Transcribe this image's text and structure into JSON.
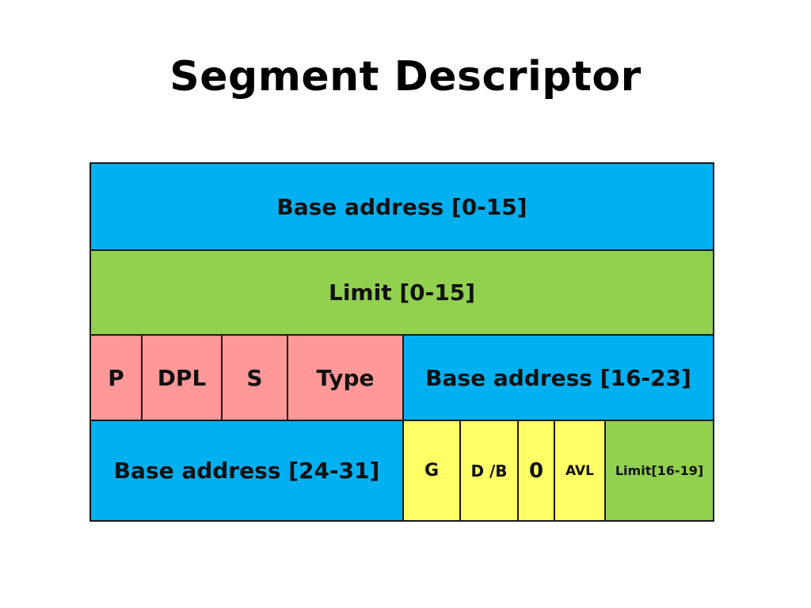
{
  "title": "Segment Descriptor",
  "descriptor": {
    "row1": {
      "base_low": "Base address [0-15]"
    },
    "row2": {
      "limit_low": "Limit [0-15]"
    },
    "row3": {
      "p": "P",
      "dpl": "DPL",
      "s": "S",
      "type": "Type",
      "base_mid": "Base address [16-23]"
    },
    "row4": {
      "base_high": "Base address [24-31]",
      "g": "G",
      "db": "D /B",
      "zero": "0",
      "avl": "AVL",
      "limit_high": "Limit[16-19]"
    }
  },
  "colors": {
    "blue": "#00b0f0",
    "green": "#92d050",
    "pink": "#ff9999",
    "yellow": "#ffff66"
  }
}
